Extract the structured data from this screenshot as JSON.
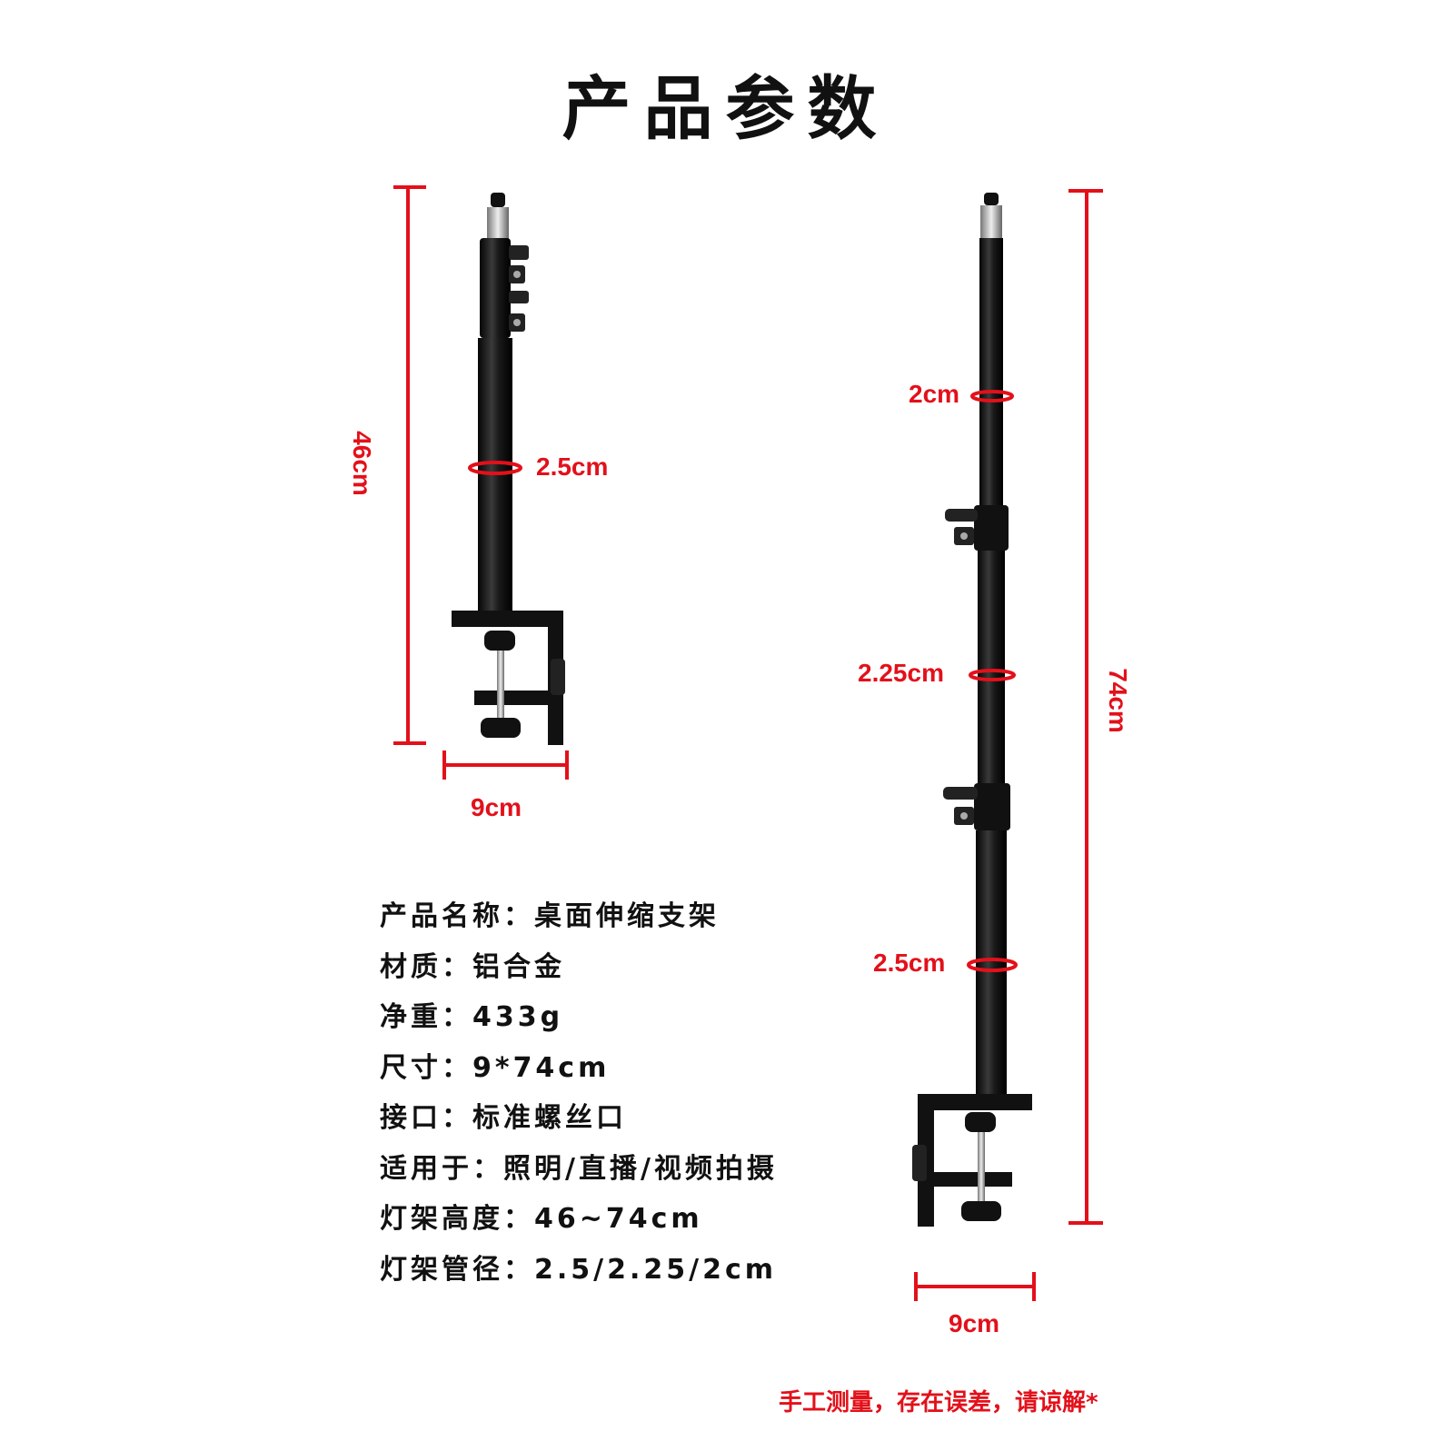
{
  "title": "产品参数",
  "left_stand": {
    "height_label": "46cm",
    "width_label": "9cm",
    "tube_label": "2.5cm"
  },
  "right_stand": {
    "height_label": "74cm",
    "width_label": "9cm",
    "tube_labels": [
      "2cm",
      "2.25cm",
      "2.5cm"
    ]
  },
  "specs": [
    {
      "label": "产品名称：",
      "value": "桌面伸缩支架"
    },
    {
      "label": "材质：",
      "value": "铝合金"
    },
    {
      "label": "净重：",
      "value": "433g"
    },
    {
      "label": "尺寸：",
      "value": "9*74cm"
    },
    {
      "label": "接口：",
      "value": "标准螺丝口"
    },
    {
      "label": "适用于：",
      "value": "照明/直播/视频拍摄"
    },
    {
      "label": "灯架高度：",
      "value": "46~74cm"
    },
    {
      "label": "灯架管径：",
      "value": "2.5/2.25/2cm"
    }
  ],
  "note": "手工测量，存在误差，请谅解*",
  "colors": {
    "accent": "#e3101a",
    "stand": "#111111"
  }
}
